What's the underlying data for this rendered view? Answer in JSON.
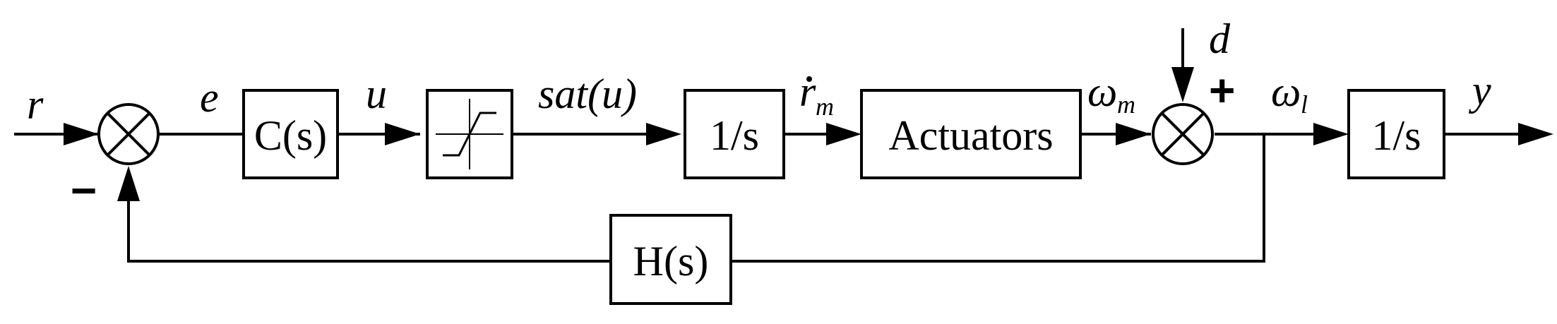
{
  "blocks": {
    "controller": "C(s)",
    "integrator_1": "1/s",
    "actuators": "Actuators",
    "integrator_2": "1/s",
    "feedback": "H(s)"
  },
  "saturation": {
    "icon": "saturation-icon"
  },
  "signals": {
    "r": "r",
    "e": "e",
    "u": "u",
    "sat_u": "sat(u)",
    "r_m": "r",
    "r_m_sub": "m",
    "omega_m": "ω",
    "omega_m_sub": "m",
    "omega_l": "ω",
    "omega_l_sub": "l",
    "d": "d",
    "y": "y"
  },
  "signs": {
    "sum1_feedback": "−",
    "sum2_disturbance": "+"
  }
}
